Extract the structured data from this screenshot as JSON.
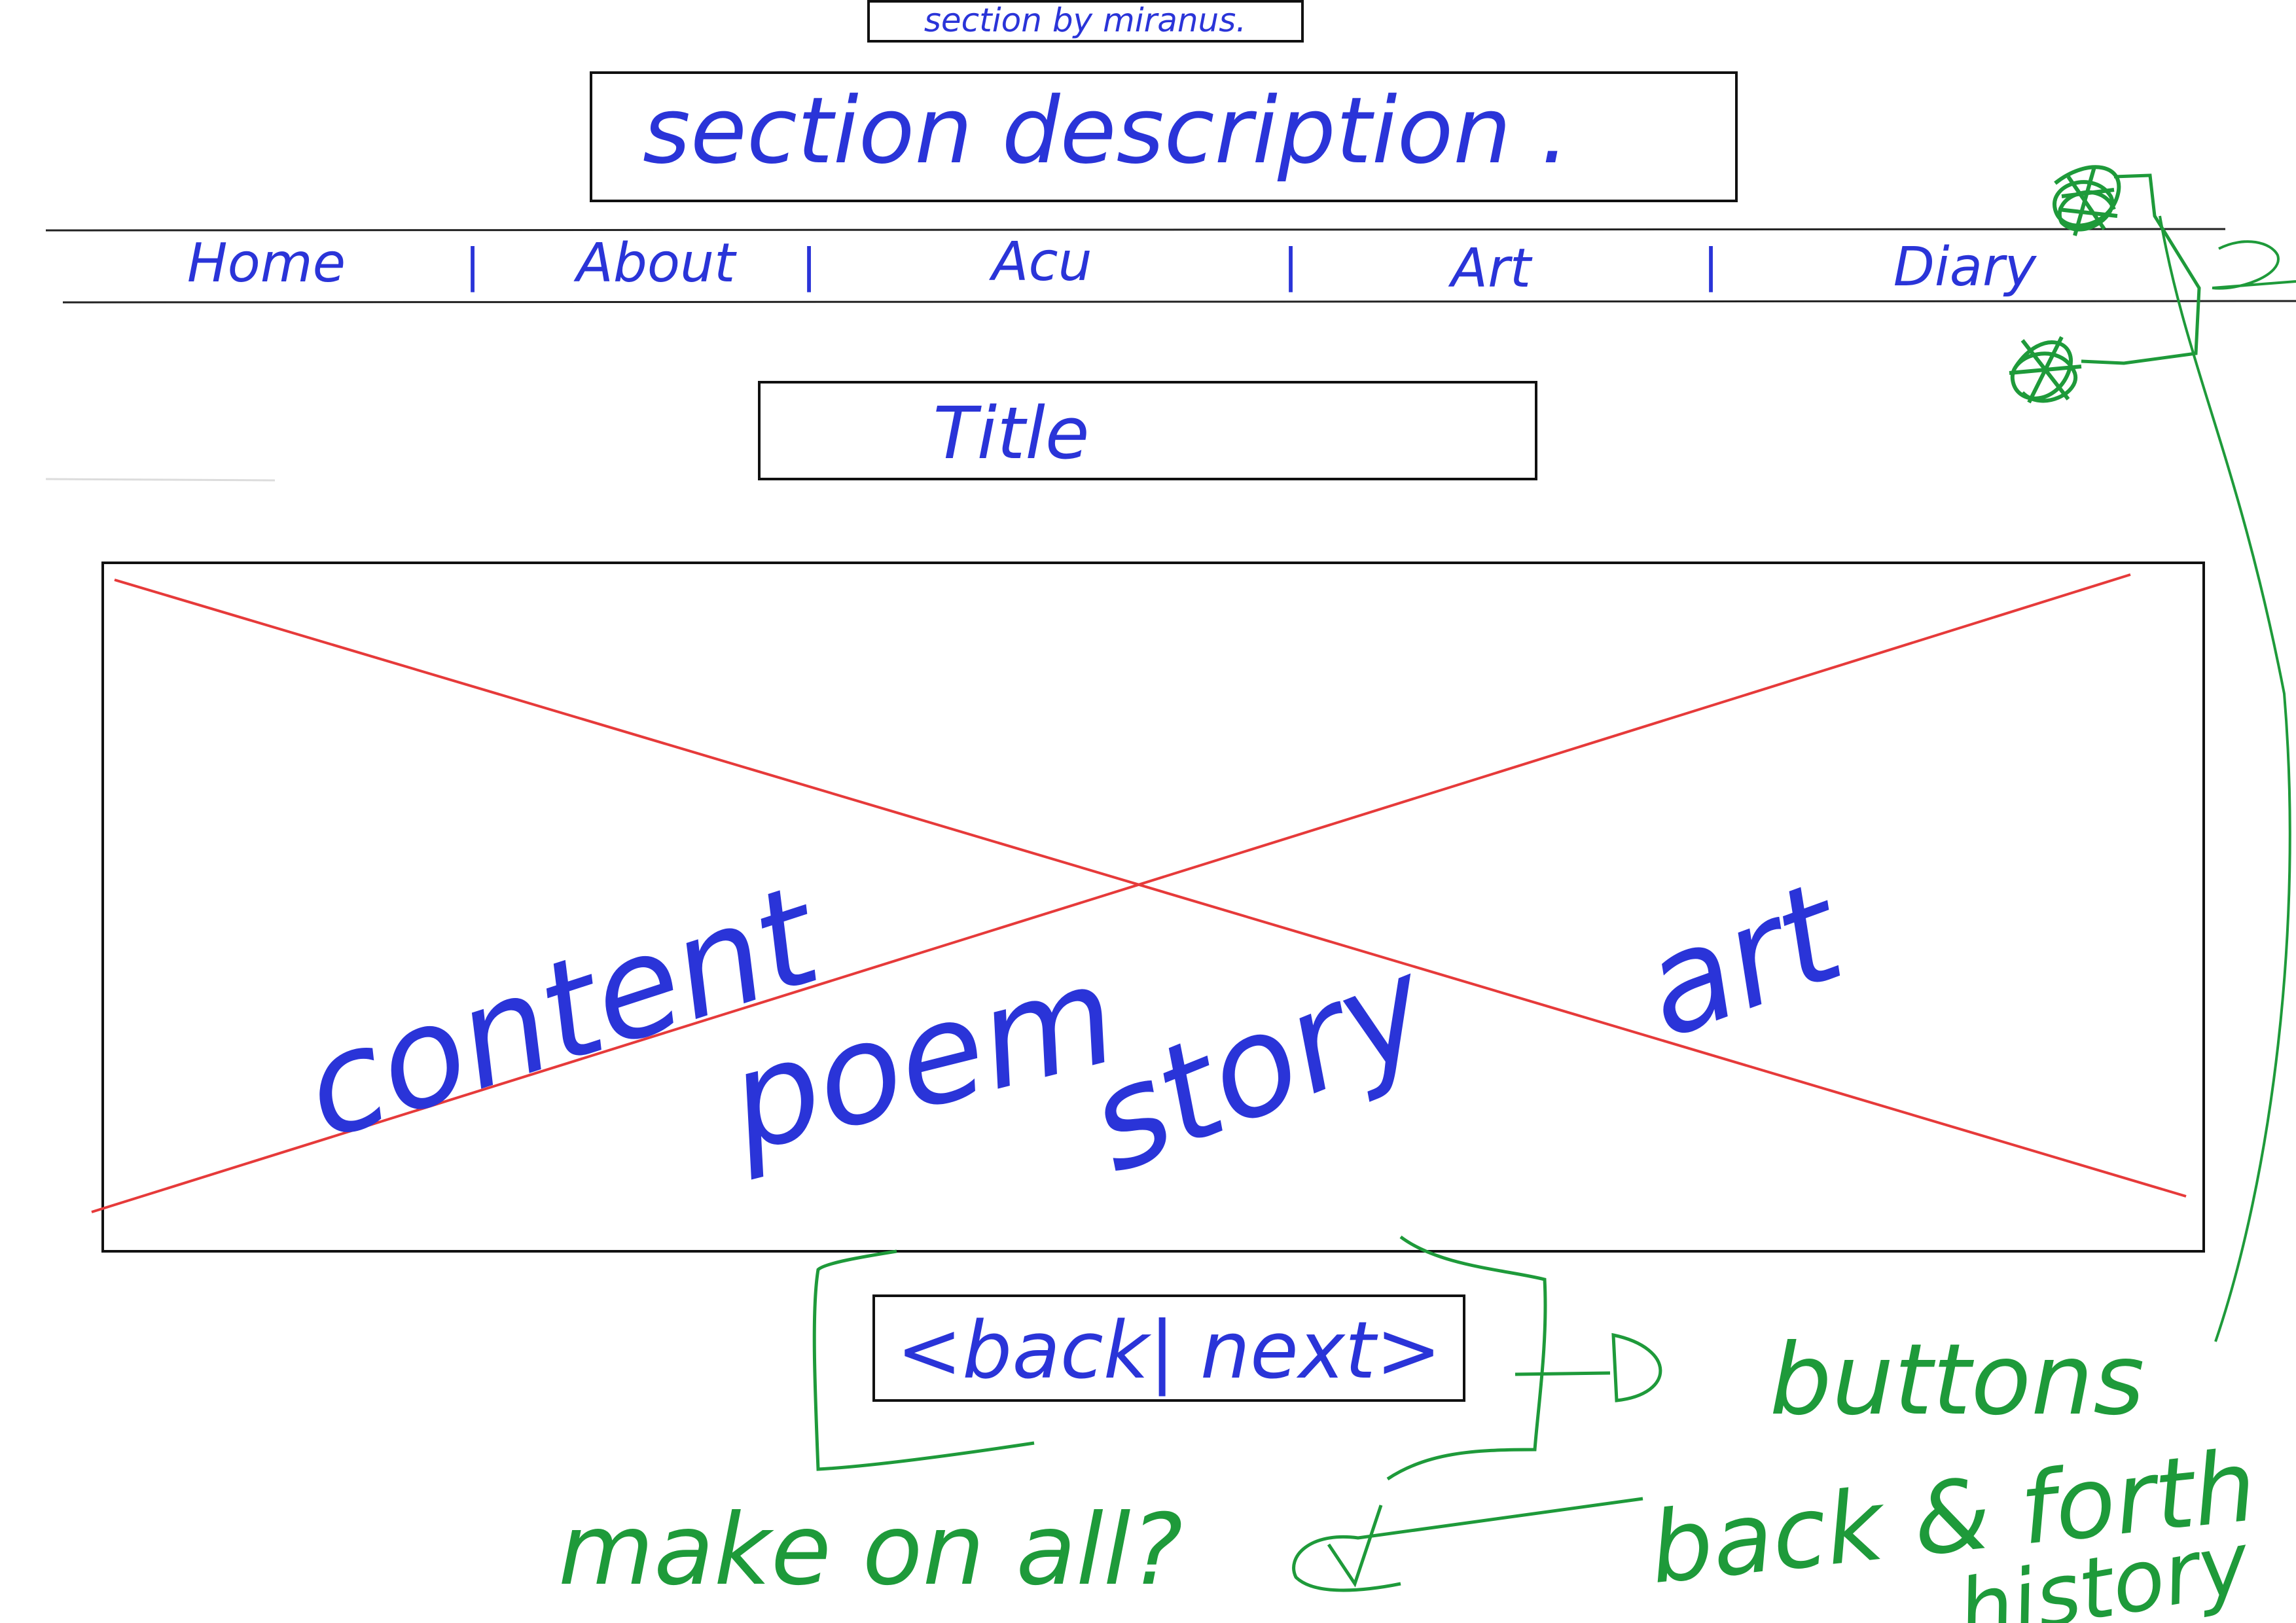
{
  "header": {
    "byline": "section by miranus.",
    "description": "section description ."
  },
  "nav": {
    "items": [
      "Home",
      "About",
      "Acu",
      "Art",
      "Diary"
    ],
    "separator": "|"
  },
  "title_box": {
    "label": "Title"
  },
  "content": {
    "words": [
      "content",
      "poem",
      "story",
      "art"
    ]
  },
  "pager": {
    "label": "<back| next>"
  },
  "annotations": {
    "buttons": "buttons",
    "back_forth": "back & forth",
    "history": "history",
    "make_on_all": "make on all?"
  },
  "colors": {
    "ink": "#2a34d8",
    "box": "#111111",
    "annotation": "#1e9a3a",
    "cross": "#e63a3a"
  }
}
